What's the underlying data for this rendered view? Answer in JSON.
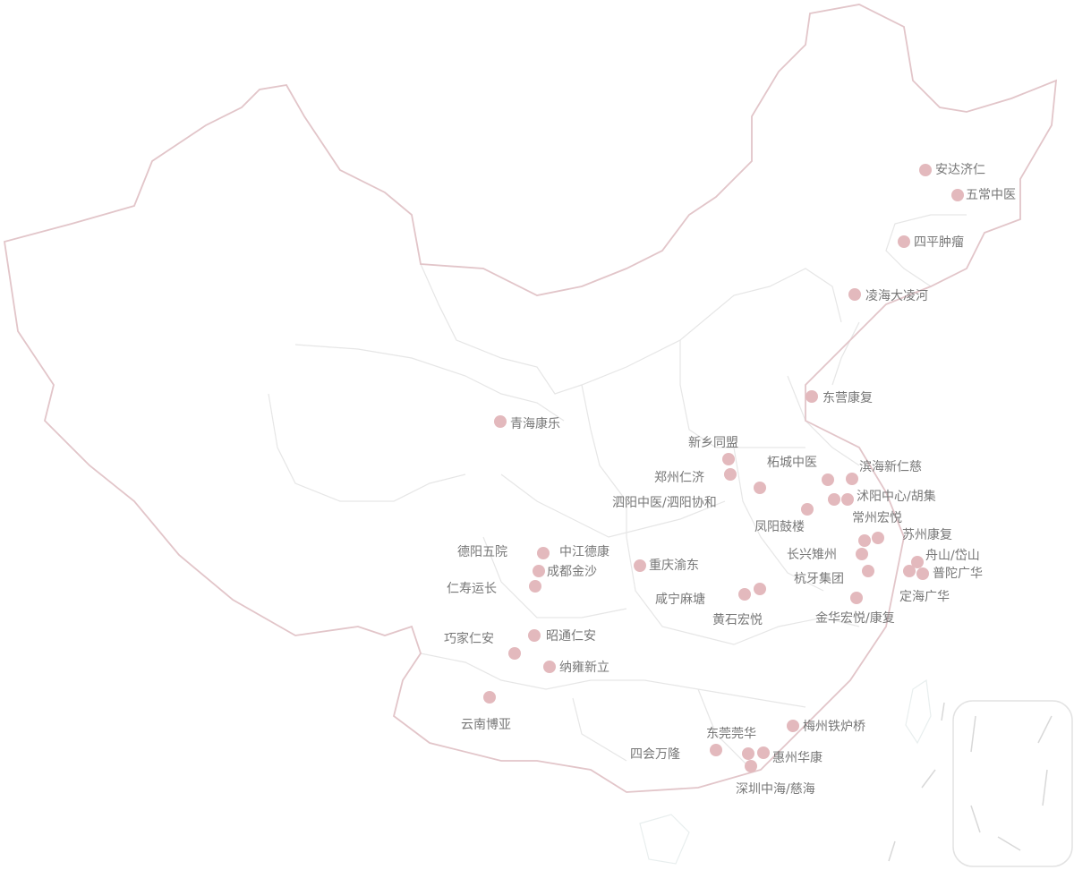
{
  "map": {
    "title": "",
    "border_color": "#e2c5c9",
    "province_color": "#e4e4e4",
    "marker_color": "#e3b9bd",
    "label_color": "#777777"
  },
  "markers": [
    {
      "label": "安达济仁"
    },
    {
      "label": "五常中医"
    },
    {
      "label": "四平肿瘤"
    },
    {
      "label": "凌海大凌河"
    },
    {
      "label": "东营康复"
    },
    {
      "label": "青海康乐"
    },
    {
      "label": "新乡同盟"
    },
    {
      "label": "郑州仁济"
    },
    {
      "label": "泗阳中医/泗阳协和"
    },
    {
      "label": "柘城中医"
    },
    {
      "label": "滨海新仁慈"
    },
    {
      "label": "沭阳中心/胡集"
    },
    {
      "label": "凤阳鼓楼"
    },
    {
      "label": "常州宏悦"
    },
    {
      "label": "苏州康复"
    },
    {
      "label": "长兴雉州"
    },
    {
      "label": "舟山/岱山"
    },
    {
      "label": "普陀广华"
    },
    {
      "label": "杭牙集团"
    },
    {
      "label": "定海广华"
    },
    {
      "label": "金华宏悦/康复"
    },
    {
      "label": "重庆渝东"
    },
    {
      "label": "咸宁麻塘"
    },
    {
      "label": "黄石宏悦"
    },
    {
      "label": "德阳五院"
    },
    {
      "label": "中江德康"
    },
    {
      "label": "成都金沙"
    },
    {
      "label": "仁寿运长"
    },
    {
      "label": "昭通仁安"
    },
    {
      "label": "巧家仁安"
    },
    {
      "label": "纳雍新立"
    },
    {
      "label": "云南博亚"
    },
    {
      "label": "梅州铁炉桥"
    },
    {
      "label": "东莞莞华"
    },
    {
      "label": "四会万隆"
    },
    {
      "label": "惠州华康"
    },
    {
      "label": "深圳中海/慈海"
    }
  ]
}
